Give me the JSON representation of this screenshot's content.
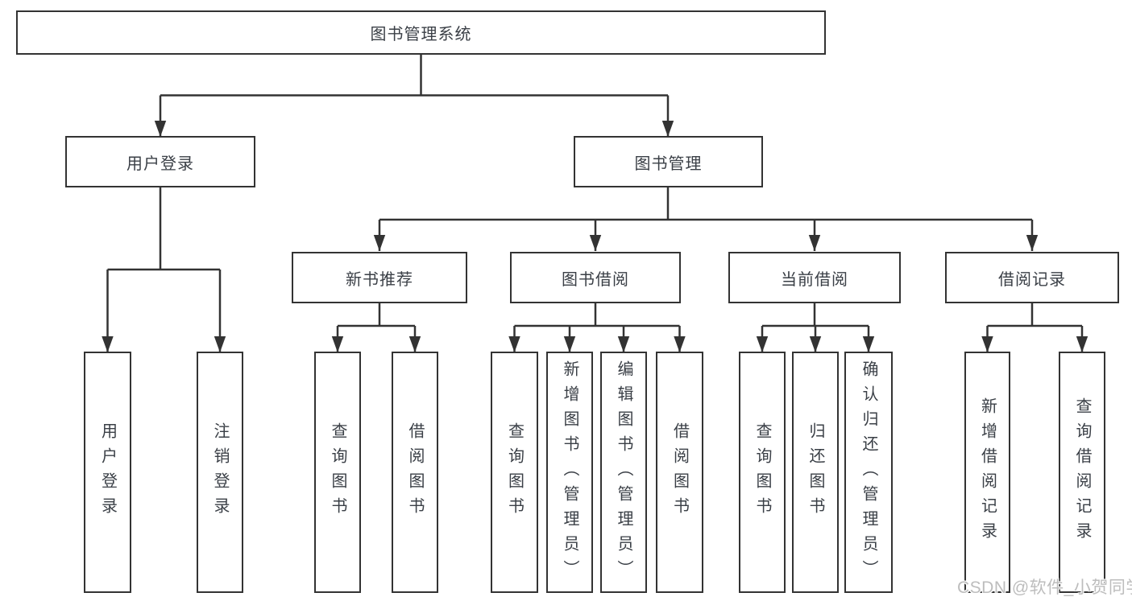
{
  "diagram": {
    "root": "图书管理系统",
    "branches": [
      {
        "label": "用户登录",
        "children": [
          "用户登录",
          "注销登录"
        ]
      },
      {
        "label": "图书管理",
        "children": [
          {
            "label": "新书推荐",
            "children": [
              "查询图书",
              "借阅图书"
            ]
          },
          {
            "label": "图书借阅",
            "children": [
              "查询图书",
              "新增图书（管理员）",
              "编辑图书（管理员）",
              "借阅图书"
            ]
          },
          {
            "label": "当前借阅",
            "children": [
              "查询图书",
              "归还图书",
              "确认归还（管理员）"
            ]
          },
          {
            "label": "借阅记录",
            "children": [
              "新增借阅记录",
              "查询借阅记录"
            ]
          }
        ]
      }
    ]
  },
  "watermark": "CSDN @软件_小贺同学",
  "colors": {
    "line": "#333333",
    "box_border": "#333333",
    "text": "#3a3f46",
    "watermark": "#bdbdbd",
    "background": "#ffffff"
  }
}
